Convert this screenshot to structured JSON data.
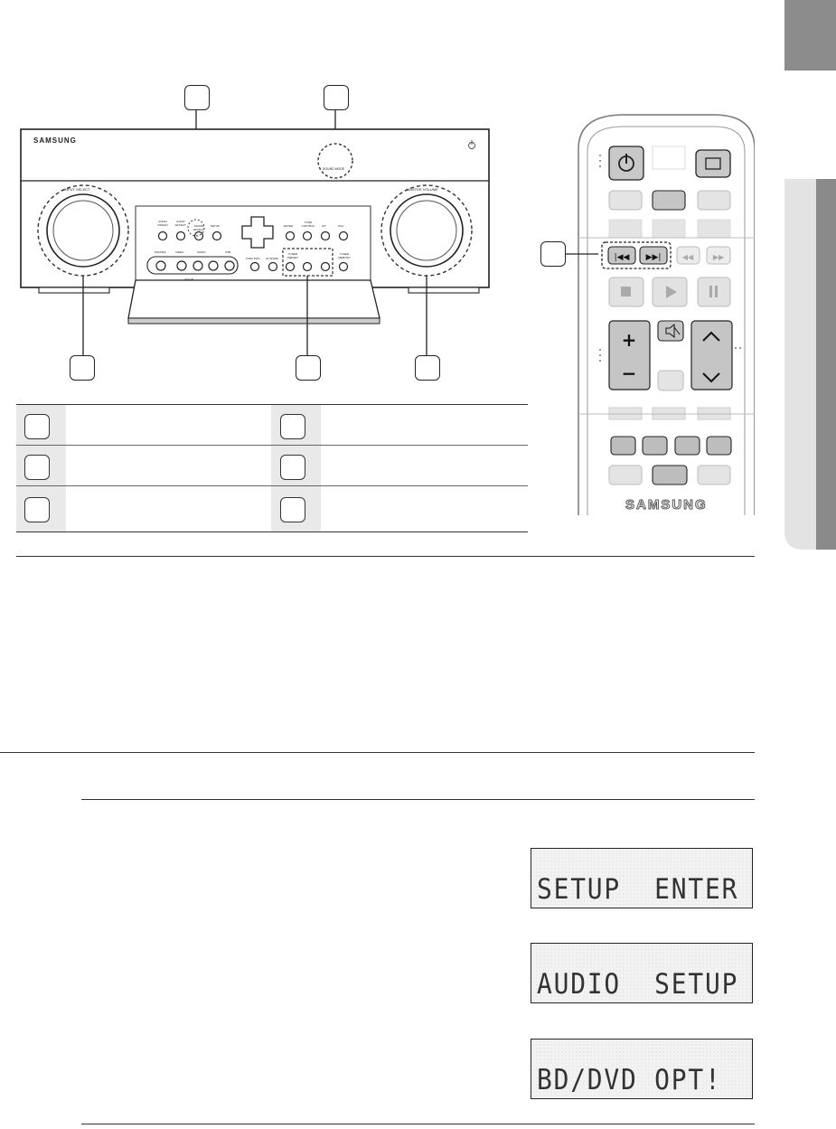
{
  "brand": {
    "receiver_logo": "SAMSUNG",
    "remote_logo": "SAMSUNG"
  },
  "receiver_labels": {
    "input_select": "INPUT SELECT",
    "master_volume": "MASTER VOLUME",
    "sound_mode": "SOUND MODE",
    "audio_assign": "AUDIO ASSIGN",
    "audio_effect": "AUDIO EFFECT",
    "sound_effect": "SOUND EFFECT",
    "setup": "SETUP",
    "enter": "ENTER",
    "tone_control": "TONE CONTROL",
    "ht": "H/T",
    "ipod": "iPod",
    "phones": "PHONES",
    "video": "VIDEO",
    "audio": "AUDIO",
    "usb": "USB",
    "aux_in": "AUX IN",
    "function": "FUNCTION",
    "mode": "AV MODE",
    "tuner_preset": "TUNER PRESET",
    "tuner_memory": "TUNER MEMORY"
  },
  "lcd_displays": [
    {
      "text": "SETUP  ENTER"
    },
    {
      "text": "AUDIO  SETUP"
    },
    {
      "text": "BD/DVD OPT!"
    }
  ]
}
